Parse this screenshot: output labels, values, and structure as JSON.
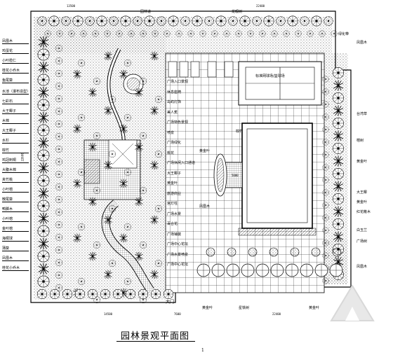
{
  "title": "园林景观平面图",
  "page_number": "1",
  "dimensions": {
    "top_left": "13500",
    "top_right": "22400",
    "bottom_left": "14500",
    "bottom_mid": "7600",
    "bottom_right": "22400",
    "left_side": "22600",
    "pool_gap": "5000"
  },
  "entrance_label": "大门",
  "court_label": "标准网球场/篮球场",
  "left_labels": [
    "凤凰木",
    "鸡蛋花",
    "小叶榄仁",
    "桂花小乔木",
    "鱼尾葵",
    "水池（瀑布造型）",
    "七彩石",
    "大王椰子",
    "木棉",
    "大王椰子",
    "水杉",
    "棕竹",
    "鸡冠刺桐",
    "大腹木棉",
    "夹竹桃",
    "小叶榕",
    "散尾葵",
    "鸭脚木",
    "小叶榕",
    "金叶榕",
    "海桐球",
    "蒲葵",
    "凤凰木",
    "桂花小乔木"
  ],
  "left_labels_short": [
    "竹",
    "榕",
    "木",
    "木棉",
    "竹",
    "石"
  ],
  "top_labels": [
    "园林道",
    "龙眼树",
    "绿化带"
  ],
  "right_labels": [
    "凤凰木",
    "台湾草",
    "榕树",
    "黄金叶",
    "大王椰",
    "黄金叶",
    "红花檵木",
    "白玉兰",
    "广场树",
    "凤凰木"
  ],
  "plaza_labels": [
    "广场入口景观",
    "休息座椅",
    "岛屿灯饰",
    "美人蕉",
    "广场特色景观",
    "喷泉",
    "广场绿化",
    "桃花",
    "广场休闲入口通道",
    "大王椰子",
    "黄金叶",
    "旅游商业",
    "宫灯柱",
    "广场水景",
    "百合花",
    "广场铺装",
    "广场中心花坛",
    "广场水景喷泉",
    "广场中心花坛"
  ],
  "bottom_labels": [
    "黄金叶",
    "星铁树",
    "黄金叶"
  ],
  "center_labels": [
    "黄金叶",
    "棕竹",
    "凤凰木"
  ]
}
